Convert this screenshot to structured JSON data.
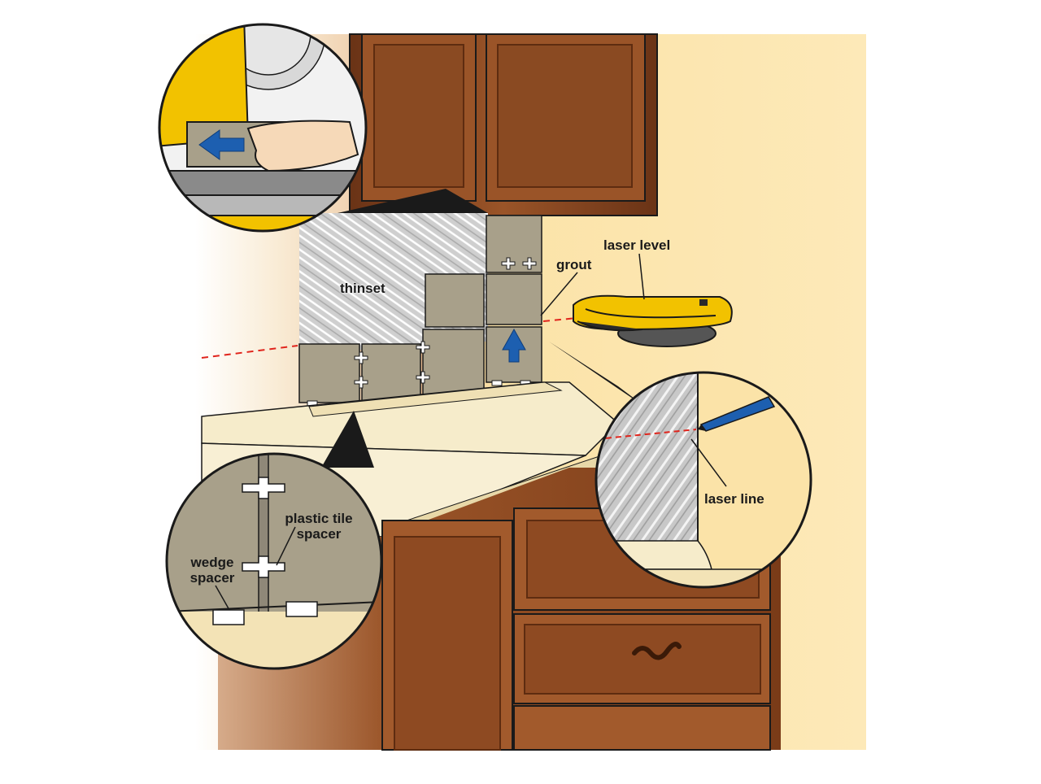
{
  "labels": {
    "thinset": "thinset",
    "grout": "grout",
    "laser_level": "laser level",
    "laser_line": "laser line",
    "plastic_tile_spacer_line1": "plastic tile",
    "plastic_tile_spacer_line2": "spacer",
    "wedge_spacer_line1": "wedge",
    "wedge_spacer_line2": "spacer"
  },
  "icons": {
    "arrow_tile_saw": "arrow-left-icon",
    "arrow_tiles": "arrow-up-icon",
    "tool": "laser-level-icon"
  },
  "colors": {
    "wall": "#fbe3a8",
    "cabinet": "#8e4a22",
    "cabinet_dark": "#5e2c10",
    "countertop": "#f6eccb",
    "tile": "#a8a08a",
    "thinset": "#c9c9c9",
    "laser_line": "#e0241c",
    "arrow": "#1d5fb0",
    "laser_level_body": "#f2c200",
    "outline": "#1a1a1a"
  }
}
